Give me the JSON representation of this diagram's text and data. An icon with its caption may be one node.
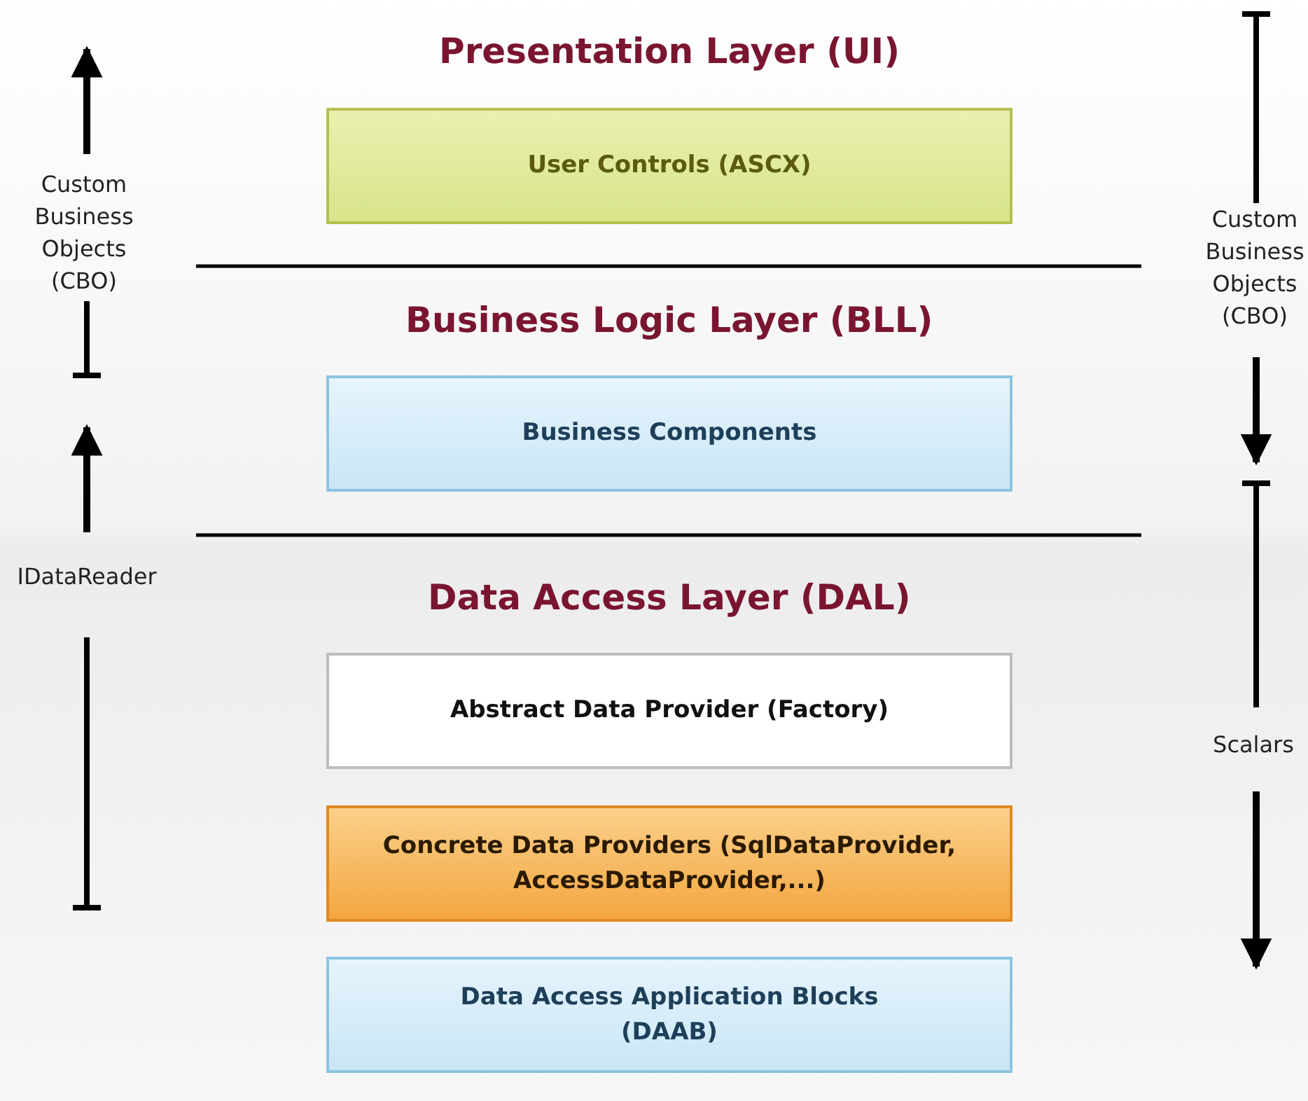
{
  "diagram": {
    "nodes": [
      {
        "text": [
          "User Controls (ASCX)"
        ]
      },
      {
        "text": [
          "Business Components"
        ]
      },
      {
        "text": [
          "Abstract Data Provider (Factory)"
        ]
      },
      {
        "text": [
          "Concrete Data Providers (SqlDataProvider, AccessDataProvider,...)"
        ]
      },
      {
        "text": [
          "Data Access Application Blocks (DAAB)"
        ]
      }
    ],
    "edges": [],
    "labels": [
      "Presentation Layer (UI)",
      "Custom Business Objects (CBO)",
      "Custom Business Objects (CBO)",
      "Business Logic Layer (BLL)",
      "IDataReader",
      "Data Access Layer (DAL)",
      "Scalars"
    ]
  }
}
